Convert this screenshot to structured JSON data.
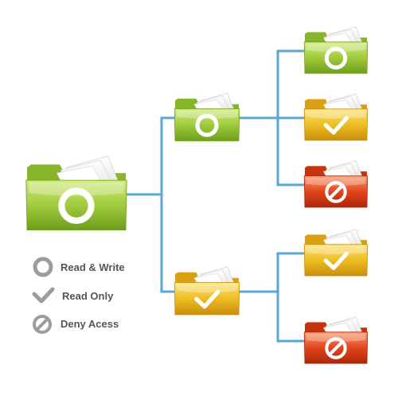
{
  "diagram": {
    "root": {
      "permission": "read-write"
    },
    "branches": [
      {
        "permission": "read-write",
        "children": [
          {
            "permission": "read-write"
          },
          {
            "permission": "read-only"
          },
          {
            "permission": "deny"
          }
        ]
      },
      {
        "permission": "read-only",
        "children": [
          {
            "permission": "read-only"
          },
          {
            "permission": "deny"
          }
        ]
      }
    ]
  },
  "legend": {
    "read_write": {
      "label": "Read & Write",
      "icon": "ring-icon"
    },
    "read_only": {
      "label": "Read Only",
      "icon": "checkmark-icon"
    },
    "deny": {
      "label": "Deny Acess",
      "icon": "prohibited-icon"
    }
  },
  "colors": {
    "connector": "#5aa6d6",
    "read-write": {
      "light": "#d2eb82",
      "mid": "#9fcb3c",
      "dark": "#6f9e1c",
      "tab": "#86b52a"
    },
    "read-only": {
      "light": "#fbe37c",
      "mid": "#eebd24",
      "dark": "#c98e0c",
      "tab": "#d9a015"
    },
    "deny": {
      "light": "#f79a72",
      "mid": "#e3461c",
      "dark": "#ad2609",
      "tab": "#c4350f"
    },
    "legend_icon": "#9c9c9c"
  }
}
